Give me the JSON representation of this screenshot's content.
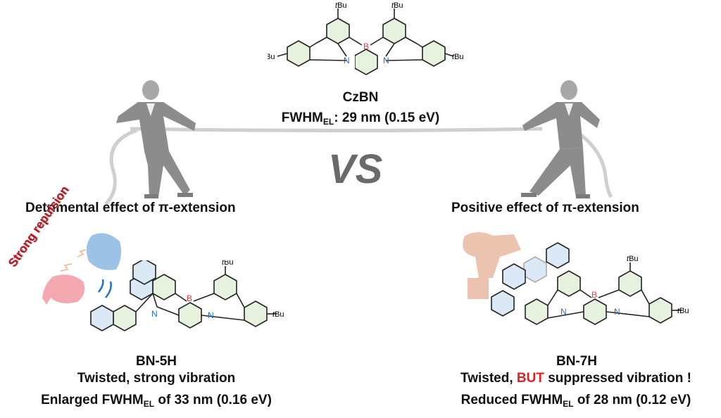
{
  "top": {
    "molecule": {
      "name": "CzBN",
      "substituent": "tBu",
      "atom_b": "B",
      "atom_n": "N",
      "fwhm_prefix": "FWHM",
      "fwhm_subscript": "EL",
      "fwhm_value": ": 29 nm (0.15 eV)"
    }
  },
  "center": {
    "versus": "VS"
  },
  "left": {
    "heading": "Detrimental effect of π-extension",
    "annotation": "Strong repulsion",
    "molecule": {
      "name": "BN-5H",
      "description": "Twisted, strong vibration",
      "fwhm_prefix": "Enlarged FWHM",
      "fwhm_subscript": "EL",
      "fwhm_value": " of 33 nm (0.16 eV)"
    }
  },
  "right": {
    "heading": "Positive effect of π-extension",
    "molecule": {
      "name": "BN-7H",
      "description_pre": "Twisted, ",
      "description_highlight": "BUT",
      "description_post": " suppressed vibration !",
      "fwhm_prefix": "Reduced FWHM",
      "fwhm_subscript": "EL",
      "fwhm_value": " of 28 nm (0.12 eV)"
    }
  },
  "labels": {
    "tbu_t": "t",
    "tbu_bu": "Bu",
    "b": "B",
    "n": "N"
  },
  "colors": {
    "boron": "#e0393e",
    "nitrogen": "#1f6fd1",
    "highlight_red": "#e02020",
    "figure_gray": "#8a8a8a",
    "rope_gray": "#c8c8c8",
    "ring_green": "#e4f0dc",
    "ring_blue": "#d6e6f5",
    "glove_blue": "#9cc3e6",
    "glove_pink": "#f4a9b0",
    "hands_peach": "#e8b9a0"
  }
}
